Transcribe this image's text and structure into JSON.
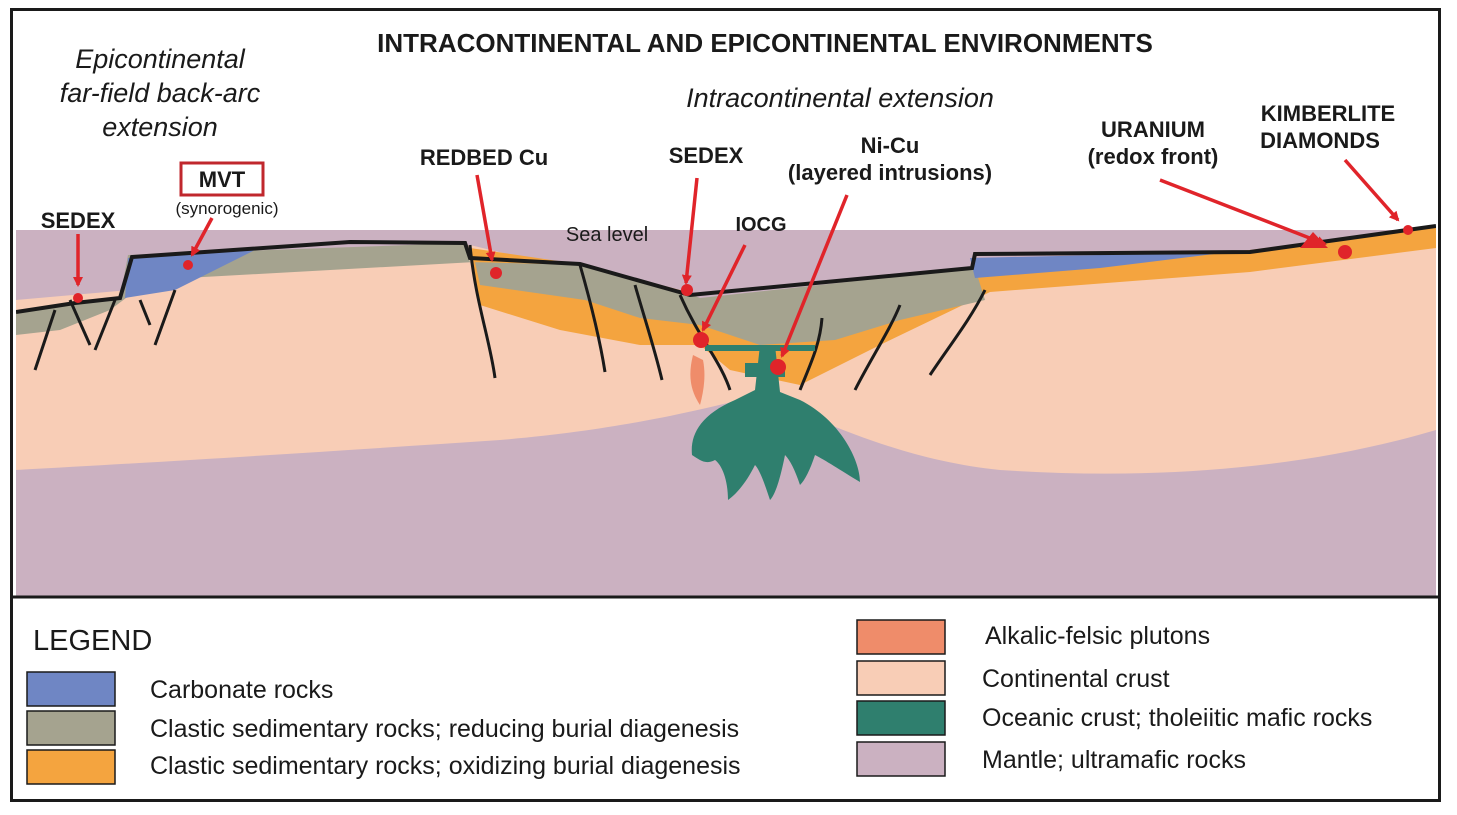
{
  "title": "INTRACONTINENTAL AND EPICONTINENTAL ENVIRONMENTS",
  "settings": {
    "epicontinental": [
      "Epicontinental",
      "far-field  back-arc",
      "extension"
    ],
    "intracontinental": "Intracontinental  extension"
  },
  "labels": {
    "sedex_left": "SEDEX",
    "mvt": "MVT",
    "mvt_sub": "(synorogenic)",
    "redbed": "REDBED Cu",
    "sea_level": "Sea level",
    "sedex_mid": "SEDEX",
    "iocg": "IOCG",
    "nicu_1": "Ni-Cu",
    "nicu_2": "(layered intrusions)",
    "uranium_1": "URANIUM",
    "uranium_2": "(redox front)",
    "kimberlite_1": "KIMBERLITE",
    "kimberlite_2": "DIAMONDS"
  },
  "legend": {
    "title": "LEGEND",
    "items": [
      {
        "label": "Carbonate rocks",
        "color": "#6f86c4"
      },
      {
        "label": "Clastic sedimentary rocks; reducing burial diagenesis",
        "color": "#a5a38f"
      },
      {
        "label": "Clastic sedimentary rocks; oxidizing burial diagenesis",
        "color": "#f4a43f"
      },
      {
        "label": "Alkalic-felsic plutons",
        "color": "#ef8c6a"
      },
      {
        "label": "Continental crust",
        "color": "#f8cdb6"
      },
      {
        "label": "Oceanic crust; tholeiitic mafic rocks",
        "color": "#2f7f6e"
      },
      {
        "label": "Mantle; ultramafic rocks",
        "color": "#cbb1c1"
      }
    ]
  },
  "colors": {
    "sea": "#1aa7e8",
    "arrow": "#e0242a",
    "outline": "#1a1a1a"
  }
}
